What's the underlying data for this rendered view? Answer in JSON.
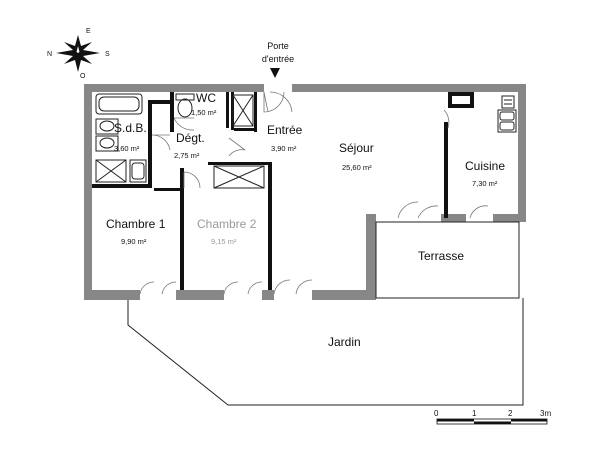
{
  "entrance": {
    "line1": "Porte",
    "line2": "d'entrée"
  },
  "compass": {
    "north": "N",
    "east": "E",
    "south": "S",
    "west": "O"
  },
  "rooms": {
    "sdb": {
      "name": "S.d.B.",
      "area": "3,60 m²"
    },
    "wc": {
      "name": "WC",
      "area": "1,50 m²"
    },
    "degt": {
      "name": "Dégt.",
      "area": "2,75 m²"
    },
    "entree": {
      "name": "Entrée",
      "area": "3,90 m²"
    },
    "sejour": {
      "name": "Séjour",
      "area": "25,60 m²"
    },
    "cuisine": {
      "name": "Cuisine",
      "area": "7,30 m²"
    },
    "chambre1": {
      "name": "Chambre 1",
      "area": "9,90 m²"
    },
    "chambre2": {
      "name": "Chambre 2",
      "area": "9,15 m²"
    },
    "terrasse": {
      "name": "Terrasse"
    },
    "jardin": {
      "name": "Jardin"
    }
  },
  "scale": {
    "t0": "0",
    "t1": "1",
    "t2": "2",
    "t3": "3m"
  },
  "colors": {
    "wall": "#878787",
    "ink": "#111111",
    "ghost": "#9a9a9a"
  }
}
